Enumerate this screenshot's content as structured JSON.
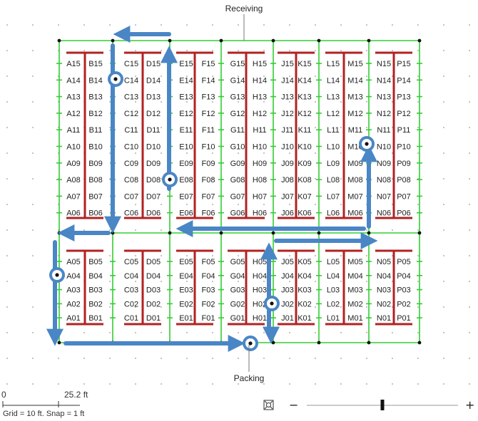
{
  "titles": {
    "top": "Receiving",
    "bottom": "Packing"
  },
  "scale": {
    "start": "0",
    "end": "25.2 ft",
    "note": "Grid = 10 ft. Snap = 1 ft"
  },
  "zoom": {
    "minus": "−",
    "plus": "+",
    "level": 0.5,
    "fit_icon": "fit-to-view-icon"
  },
  "colors": {
    "rack": "#b22222",
    "aisle": "#32cd32",
    "path": "#4a86c5",
    "grid_dot": "#9a9a9a"
  },
  "labels": [
    {
      "t": "A15",
      "c": 0,
      "r": 0
    },
    {
      "t": "B15",
      "c": 1,
      "r": 0
    },
    {
      "t": "C15",
      "c": 2,
      "r": 0
    },
    {
      "t": "D15",
      "c": 3,
      "r": 0
    },
    {
      "t": "E15",
      "c": 4,
      "r": 0
    },
    {
      "t": "F15",
      "c": 5,
      "r": 0
    },
    {
      "t": "G15",
      "c": 6,
      "r": 0
    },
    {
      "t": "H15",
      "c": 7,
      "r": 0
    },
    {
      "t": "J15",
      "c": 8,
      "r": 0
    },
    {
      "t": "K15",
      "c": 9,
      "r": 0
    },
    {
      "t": "L15",
      "c": 10,
      "r": 0
    },
    {
      "t": "M15",
      "c": 11,
      "r": 0
    },
    {
      "t": "N15",
      "c": 12,
      "r": 0
    },
    {
      "t": "P15",
      "c": 13,
      "r": 0
    },
    {
      "t": "A14",
      "c": 0,
      "r": 1
    },
    {
      "t": "B14",
      "c": 1,
      "r": 1
    },
    {
      "t": "C14",
      "c": 2,
      "r": 1
    },
    {
      "t": "D14",
      "c": 3,
      "r": 1
    },
    {
      "t": "E14",
      "c": 4,
      "r": 1
    },
    {
      "t": "F14",
      "c": 5,
      "r": 1
    },
    {
      "t": "G14",
      "c": 6,
      "r": 1
    },
    {
      "t": "H14",
      "c": 7,
      "r": 1
    },
    {
      "t": "J14",
      "c": 8,
      "r": 1
    },
    {
      "t": "K14",
      "c": 9,
      "r": 1
    },
    {
      "t": "L14",
      "c": 10,
      "r": 1
    },
    {
      "t": "M14",
      "c": 11,
      "r": 1
    },
    {
      "t": "N14",
      "c": 12,
      "r": 1
    },
    {
      "t": "P14",
      "c": 13,
      "r": 1
    },
    {
      "t": "A13",
      "c": 0,
      "r": 2
    },
    {
      "t": "B13",
      "c": 1,
      "r": 2
    },
    {
      "t": "C13",
      "c": 2,
      "r": 2
    },
    {
      "t": "D13",
      "c": 3,
      "r": 2
    },
    {
      "t": "E13",
      "c": 4,
      "r": 2
    },
    {
      "t": "F13",
      "c": 5,
      "r": 2
    },
    {
      "t": "G13",
      "c": 6,
      "r": 2
    },
    {
      "t": "H13",
      "c": 7,
      "r": 2
    },
    {
      "t": "J13",
      "c": 8,
      "r": 2
    },
    {
      "t": "K13",
      "c": 9,
      "r": 2
    },
    {
      "t": "L13",
      "c": 10,
      "r": 2
    },
    {
      "t": "M13",
      "c": 11,
      "r": 2
    },
    {
      "t": "N13",
      "c": 12,
      "r": 2
    },
    {
      "t": "P13",
      "c": 13,
      "r": 2
    },
    {
      "t": "A12",
      "c": 0,
      "r": 3
    },
    {
      "t": "B12",
      "c": 1,
      "r": 3
    },
    {
      "t": "C12",
      "c": 2,
      "r": 3
    },
    {
      "t": "D12",
      "c": 3,
      "r": 3
    },
    {
      "t": "E12",
      "c": 4,
      "r": 3
    },
    {
      "t": "F12",
      "c": 5,
      "r": 3
    },
    {
      "t": "G12",
      "c": 6,
      "r": 3
    },
    {
      "t": "H12",
      "c": 7,
      "r": 3
    },
    {
      "t": "J12",
      "c": 8,
      "r": 3
    },
    {
      "t": "K12",
      "c": 9,
      "r": 3
    },
    {
      "t": "L12",
      "c": 10,
      "r": 3
    },
    {
      "t": "M12",
      "c": 11,
      "r": 3
    },
    {
      "t": "N12",
      "c": 12,
      "r": 3
    },
    {
      "t": "P12",
      "c": 13,
      "r": 3
    },
    {
      "t": "A11",
      "c": 0,
      "r": 4
    },
    {
      "t": "B11",
      "c": 1,
      "r": 4
    },
    {
      "t": "C11",
      "c": 2,
      "r": 4
    },
    {
      "t": "D11",
      "c": 3,
      "r": 4
    },
    {
      "t": "E11",
      "c": 4,
      "r": 4
    },
    {
      "t": "F11",
      "c": 5,
      "r": 4
    },
    {
      "t": "G11",
      "c": 6,
      "r": 4
    },
    {
      "t": "H11",
      "c": 7,
      "r": 4
    },
    {
      "t": "J11",
      "c": 8,
      "r": 4
    },
    {
      "t": "K11",
      "c": 9,
      "r": 4
    },
    {
      "t": "L11",
      "c": 10,
      "r": 4
    },
    {
      "t": "M11",
      "c": 11,
      "r": 4
    },
    {
      "t": "N11",
      "c": 12,
      "r": 4
    },
    {
      "t": "P11",
      "c": 13,
      "r": 4
    },
    {
      "t": "A10",
      "c": 0,
      "r": 5
    },
    {
      "t": "B10",
      "c": 1,
      "r": 5
    },
    {
      "t": "C10",
      "c": 2,
      "r": 5
    },
    {
      "t": "D10",
      "c": 3,
      "r": 5
    },
    {
      "t": "E10",
      "c": 4,
      "r": 5
    },
    {
      "t": "F10",
      "c": 5,
      "r": 5
    },
    {
      "t": "G10",
      "c": 6,
      "r": 5
    },
    {
      "t": "H10",
      "c": 7,
      "r": 5
    },
    {
      "t": "J10",
      "c": 8,
      "r": 5
    },
    {
      "t": "K10",
      "c": 9,
      "r": 5
    },
    {
      "t": "L10",
      "c": 10,
      "r": 5
    },
    {
      "t": "M10",
      "c": 11,
      "r": 5
    },
    {
      "t": "N10",
      "c": 12,
      "r": 5
    },
    {
      "t": "P10",
      "c": 13,
      "r": 5
    },
    {
      "t": "A09",
      "c": 0,
      "r": 6
    },
    {
      "t": "B09",
      "c": 1,
      "r": 6
    },
    {
      "t": "C09",
      "c": 2,
      "r": 6
    },
    {
      "t": "D09",
      "c": 3,
      "r": 6
    },
    {
      "t": "E09",
      "c": 4,
      "r": 6
    },
    {
      "t": "F09",
      "c": 5,
      "r": 6
    },
    {
      "t": "G09",
      "c": 6,
      "r": 6
    },
    {
      "t": "H09",
      "c": 7,
      "r": 6
    },
    {
      "t": "J09",
      "c": 8,
      "r": 6
    },
    {
      "t": "K09",
      "c": 9,
      "r": 6
    },
    {
      "t": "L09",
      "c": 10,
      "r": 6
    },
    {
      "t": "M09",
      "c": 11,
      "r": 6
    },
    {
      "t": "N09",
      "c": 12,
      "r": 6
    },
    {
      "t": "P09",
      "c": 13,
      "r": 6
    },
    {
      "t": "A08",
      "c": 0,
      "r": 7
    },
    {
      "t": "B08",
      "c": 1,
      "r": 7
    },
    {
      "t": "C08",
      "c": 2,
      "r": 7
    },
    {
      "t": "D08",
      "c": 3,
      "r": 7
    },
    {
      "t": "E08",
      "c": 4,
      "r": 7
    },
    {
      "t": "F08",
      "c": 5,
      "r": 7
    },
    {
      "t": "G08",
      "c": 6,
      "r": 7
    },
    {
      "t": "H08",
      "c": 7,
      "r": 7
    },
    {
      "t": "J08",
      "c": 8,
      "r": 7
    },
    {
      "t": "K08",
      "c": 9,
      "r": 7
    },
    {
      "t": "L08",
      "c": 10,
      "r": 7
    },
    {
      "t": "M08",
      "c": 11,
      "r": 7
    },
    {
      "t": "N08",
      "c": 12,
      "r": 7
    },
    {
      "t": "P08",
      "c": 13,
      "r": 7
    },
    {
      "t": "A07",
      "c": 0,
      "r": 8
    },
    {
      "t": "B07",
      "c": 1,
      "r": 8
    },
    {
      "t": "C07",
      "c": 2,
      "r": 8
    },
    {
      "t": "D07",
      "c": 3,
      "r": 8
    },
    {
      "t": "E07",
      "c": 4,
      "r": 8
    },
    {
      "t": "F07",
      "c": 5,
      "r": 8
    },
    {
      "t": "G07",
      "c": 6,
      "r": 8
    },
    {
      "t": "H07",
      "c": 7,
      "r": 8
    },
    {
      "t": "J07",
      "c": 8,
      "r": 8
    },
    {
      "t": "K07",
      "c": 9,
      "r": 8
    },
    {
      "t": "L07",
      "c": 10,
      "r": 8
    },
    {
      "t": "M07",
      "c": 11,
      "r": 8
    },
    {
      "t": "N07",
      "c": 12,
      "r": 8
    },
    {
      "t": "P07",
      "c": 13,
      "r": 8
    },
    {
      "t": "A06",
      "c": 0,
      "r": 9
    },
    {
      "t": "B06",
      "c": 1,
      "r": 9
    },
    {
      "t": "C06",
      "c": 2,
      "r": 9
    },
    {
      "t": "D06",
      "c": 3,
      "r": 9
    },
    {
      "t": "E06",
      "c": 4,
      "r": 9
    },
    {
      "t": "F06",
      "c": 5,
      "r": 9
    },
    {
      "t": "G06",
      "c": 6,
      "r": 9
    },
    {
      "t": "H06",
      "c": 7,
      "r": 9
    },
    {
      "t": "J06",
      "c": 8,
      "r": 9
    },
    {
      "t": "K06",
      "c": 9,
      "r": 9
    },
    {
      "t": "L06",
      "c": 10,
      "r": 9
    },
    {
      "t": "M06",
      "c": 11,
      "r": 9
    },
    {
      "t": "N06",
      "c": 12,
      "r": 9
    },
    {
      "t": "P06",
      "c": 13,
      "r": 9
    },
    {
      "t": "A05",
      "c": 0,
      "r": 10
    },
    {
      "t": "B05",
      "c": 1,
      "r": 10
    },
    {
      "t": "C05",
      "c": 2,
      "r": 10
    },
    {
      "t": "D05",
      "c": 3,
      "r": 10
    },
    {
      "t": "E05",
      "c": 4,
      "r": 10
    },
    {
      "t": "F05",
      "c": 5,
      "r": 10
    },
    {
      "t": "G05",
      "c": 6,
      "r": 10
    },
    {
      "t": "H05",
      "c": 7,
      "r": 10
    },
    {
      "t": "J05",
      "c": 8,
      "r": 10
    },
    {
      "t": "K05",
      "c": 9,
      "r": 10
    },
    {
      "t": "L05",
      "c": 10,
      "r": 10
    },
    {
      "t": "M05",
      "c": 11,
      "r": 10
    },
    {
      "t": "N05",
      "c": 12,
      "r": 10
    },
    {
      "t": "P05",
      "c": 13,
      "r": 10
    },
    {
      "t": "A04",
      "c": 0,
      "r": 11
    },
    {
      "t": "B04",
      "c": 1,
      "r": 11
    },
    {
      "t": "C04",
      "c": 2,
      "r": 11
    },
    {
      "t": "D04",
      "c": 3,
      "r": 11
    },
    {
      "t": "E04",
      "c": 4,
      "r": 11
    },
    {
      "t": "F04",
      "c": 5,
      "r": 11
    },
    {
      "t": "G04",
      "c": 6,
      "r": 11
    },
    {
      "t": "H04",
      "c": 7,
      "r": 11
    },
    {
      "t": "J04",
      "c": 8,
      "r": 11
    },
    {
      "t": "K04",
      "c": 9,
      "r": 11
    },
    {
      "t": "L04",
      "c": 10,
      "r": 11
    },
    {
      "t": "M04",
      "c": 11,
      "r": 11
    },
    {
      "t": "N04",
      "c": 12,
      "r": 11
    },
    {
      "t": "P04",
      "c": 13,
      "r": 11
    },
    {
      "t": "A03",
      "c": 0,
      "r": 12
    },
    {
      "t": "B03",
      "c": 1,
      "r": 12
    },
    {
      "t": "C03",
      "c": 2,
      "r": 12
    },
    {
      "t": "D03",
      "c": 3,
      "r": 12
    },
    {
      "t": "E03",
      "c": 4,
      "r": 12
    },
    {
      "t": "F03",
      "c": 5,
      "r": 12
    },
    {
      "t": "G03",
      "c": 6,
      "r": 12
    },
    {
      "t": "H03",
      "c": 7,
      "r": 12
    },
    {
      "t": "J03",
      "c": 8,
      "r": 12
    },
    {
      "t": "K03",
      "c": 9,
      "r": 12
    },
    {
      "t": "L03",
      "c": 10,
      "r": 12
    },
    {
      "t": "M03",
      "c": 11,
      "r": 12
    },
    {
      "t": "N03",
      "c": 12,
      "r": 12
    },
    {
      "t": "P03",
      "c": 13,
      "r": 12
    },
    {
      "t": "A02",
      "c": 0,
      "r": 13
    },
    {
      "t": "B02",
      "c": 1,
      "r": 13
    },
    {
      "t": "C02",
      "c": 2,
      "r": 13
    },
    {
      "t": "D02",
      "c": 3,
      "r": 13
    },
    {
      "t": "E02",
      "c": 4,
      "r": 13
    },
    {
      "t": "F02",
      "c": 5,
      "r": 13
    },
    {
      "t": "G02",
      "c": 6,
      "r": 13
    },
    {
      "t": "H02",
      "c": 7,
      "r": 13
    },
    {
      "t": "J02",
      "c": 8,
      "r": 13
    },
    {
      "t": "K02",
      "c": 9,
      "r": 13
    },
    {
      "t": "L02",
      "c": 10,
      "r": 13
    },
    {
      "t": "M02",
      "c": 11,
      "r": 13
    },
    {
      "t": "N02",
      "c": 12,
      "r": 13
    },
    {
      "t": "P02",
      "c": 13,
      "r": 13
    },
    {
      "t": "A01",
      "c": 0,
      "r": 14
    },
    {
      "t": "B01",
      "c": 1,
      "r": 14
    },
    {
      "t": "C01",
      "c": 2,
      "r": 14
    },
    {
      "t": "D01",
      "c": 3,
      "r": 14
    },
    {
      "t": "E01",
      "c": 4,
      "r": 14
    },
    {
      "t": "F01",
      "c": 5,
      "r": 14
    },
    {
      "t": "G01",
      "c": 6,
      "r": 14
    },
    {
      "t": "H01",
      "c": 7,
      "r": 14
    },
    {
      "t": "J01",
      "c": 8,
      "r": 14
    },
    {
      "t": "K01",
      "c": 9,
      "r": 14
    },
    {
      "t": "L01",
      "c": 10,
      "r": 14
    },
    {
      "t": "M01",
      "c": 11,
      "r": 14
    },
    {
      "t": "N01",
      "c": 12,
      "r": 14
    },
    {
      "t": "P01",
      "c": 13,
      "r": 14
    }
  ]
}
